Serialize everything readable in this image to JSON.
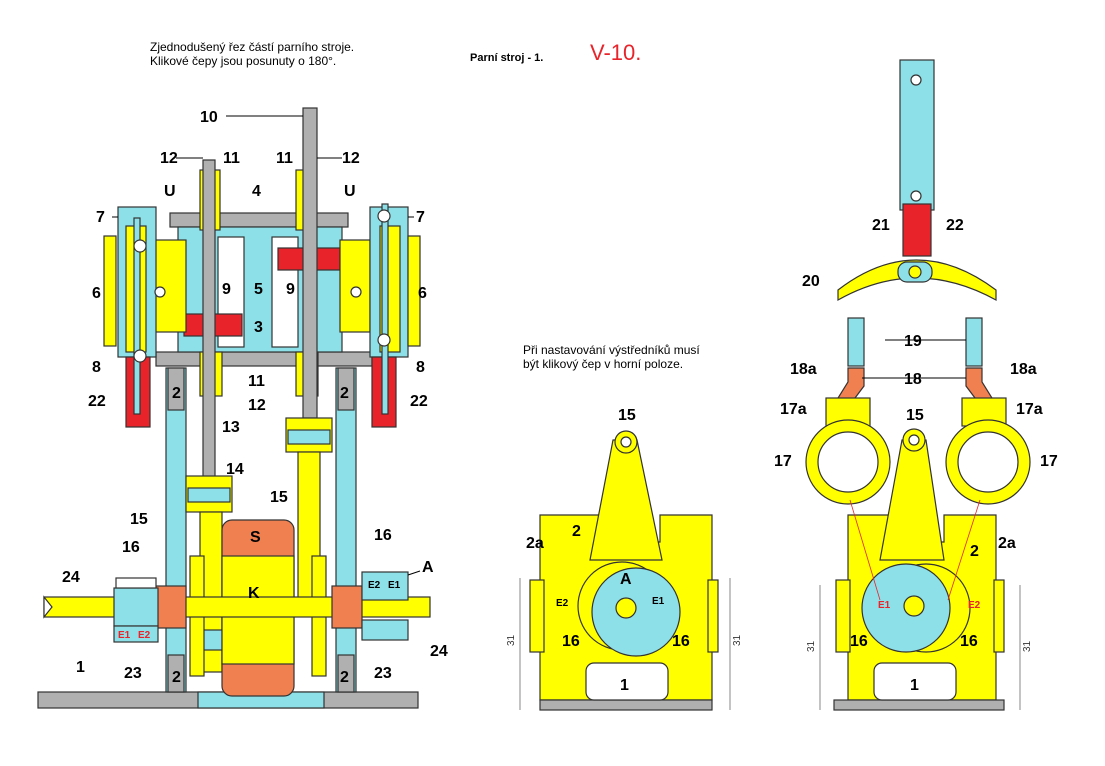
{
  "caption": {
    "line1": "Zjednodušený řez částí parního stroje.",
    "line2": "Klikové čepy jsou posunuty o 180°."
  },
  "title": "Parní stroj - 1.",
  "sheet": "V-10.",
  "note": {
    "line1": "Při nastavování výstředníků musí",
    "line2": "být klikový čep  v horní poloze."
  },
  "labels": {
    "n1": "1",
    "n2": "2",
    "n2a": "2a",
    "n3": "3",
    "n4": "4",
    "n5": "5",
    "n6": "6",
    "n7": "7",
    "n8": "8",
    "n9": "9",
    "n10": "10",
    "n11": "11",
    "n12": "12",
    "n13": "13",
    "n14": "14",
    "n15": "15",
    "n16": "16",
    "n17": "17",
    "n17a": "17a",
    "n18": "18",
    "n18a": "18a",
    "n19": "19",
    "n20": "20",
    "n21": "21",
    "n22": "22",
    "n23": "23",
    "n24": "24",
    "U": "U",
    "S": "S",
    "K": "K",
    "A": "A",
    "E1": "E1",
    "E2": "E2",
    "dim31": "31"
  },
  "colors": {
    "yellow": "#ffff00",
    "cyan": "#8ee0e8",
    "gray": "#b0b0b0",
    "red": "#e8232a",
    "orange": "#f08050",
    "outline": "#333333"
  }
}
